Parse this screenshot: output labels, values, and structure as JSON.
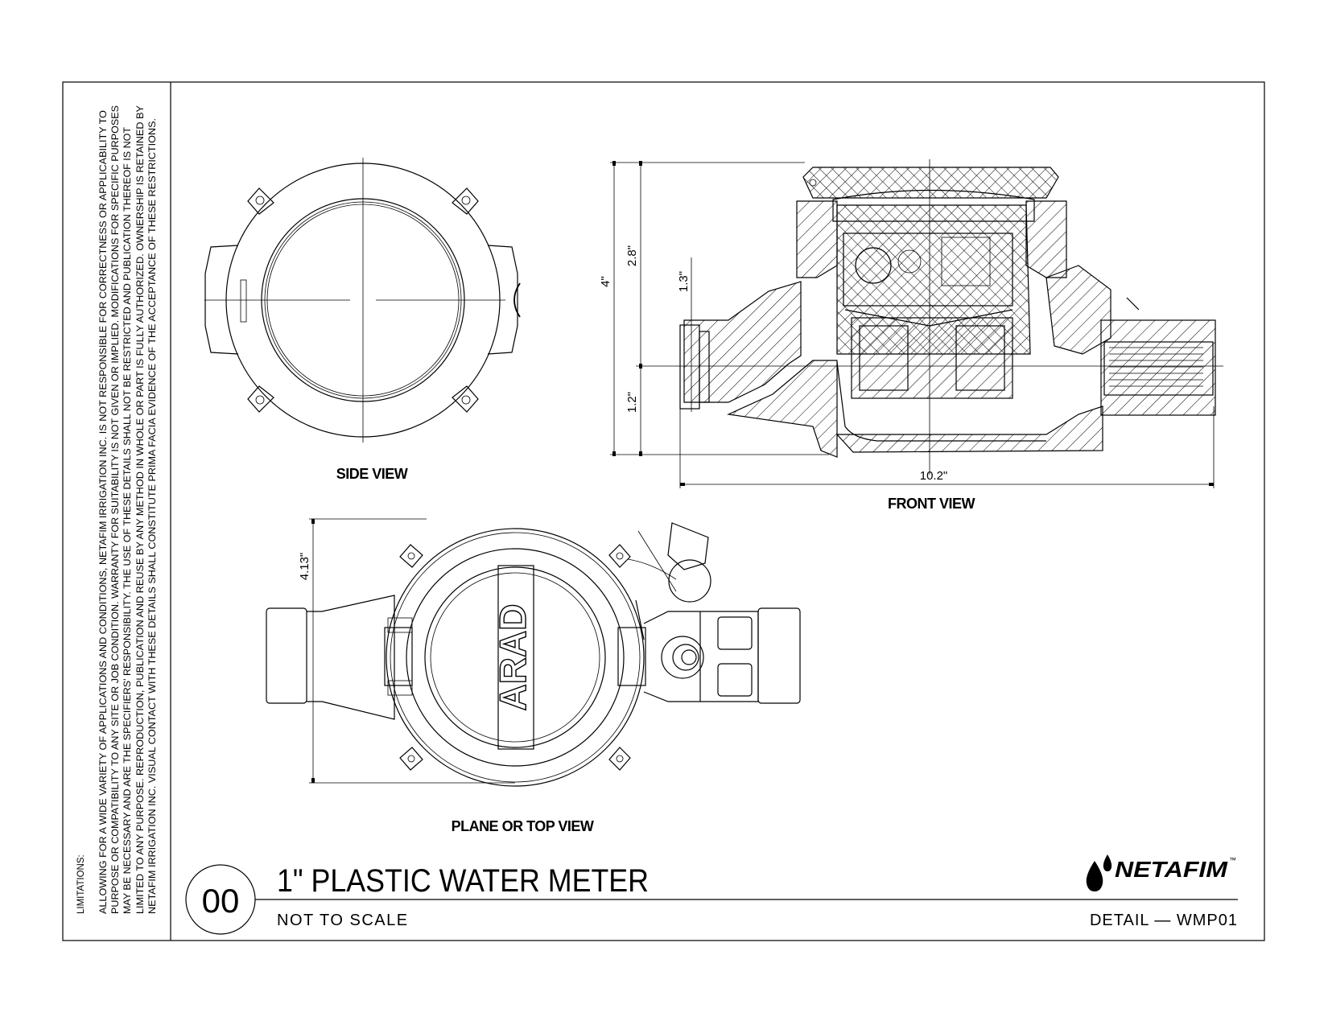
{
  "limitations": {
    "heading": "LIMITATIONS:",
    "lines": [
      "ALLOWING FOR A WIDE VARIETY OF APPLICATIONS AND CONDITIONS, NETAFIM IRRIGATION INC. IS NOT RESPONSIBLE FOR CORRECTNESS OR APPLICABILITY TO",
      "PURPOSE OR COMPATIBILITY TO ANY SITE OR JOB CONDITION. WARRANTY FOR SUITABILITY IS NOT GIVEN OR IMPLIED. MODIFICATIONS FOR SPECIFIC PURPOSES",
      "MAY BE NECESSARY AND ARE THE SPECIFIERS' RESPONSIBILITY. THE USE OF THESE DETAILS SHALL NOT BE RESTRICTED AND PUBLICATION THEREOF IS NOT",
      "LIMITED TO ANY PURPOSE.  REPRODUCTION, PUBLICATION AND REUSE BY ANY METHOD IN WHOLE OR PART IS FULLY AUTHORIZED. OWNERSHIP IS RETAINED BY",
      "NETAFIM IRRIGATION INC.  VISUAL CONTACT WITH THESE DETAILS SHALL CONSTITUTE PRIMA FACIA EVIDENCE OF THE ACCEPTANCE OF THESE RESTRICTIONS."
    ]
  },
  "views": {
    "side": {
      "label": "SIDE VIEW"
    },
    "front": {
      "label": "FRONT VIEW",
      "dims": {
        "total_height": "4\"",
        "upper_height": "2.8\"",
        "lower_height": "1.2\"",
        "inlet_height": "1.3\"",
        "length": "10.2\""
      }
    },
    "top": {
      "label": "PLANE OR TOP VIEW",
      "dims": {
        "width": "4.13\""
      },
      "brand_mark": "ARAD"
    }
  },
  "title_block": {
    "detail_number": "00",
    "title": "1\" PLASTIC WATER METER",
    "scale_note": "NOT TO SCALE",
    "detail_code": "DETAIL  —  WMP01",
    "logo_text": "NETAFIM",
    "logo_tm": "™"
  }
}
